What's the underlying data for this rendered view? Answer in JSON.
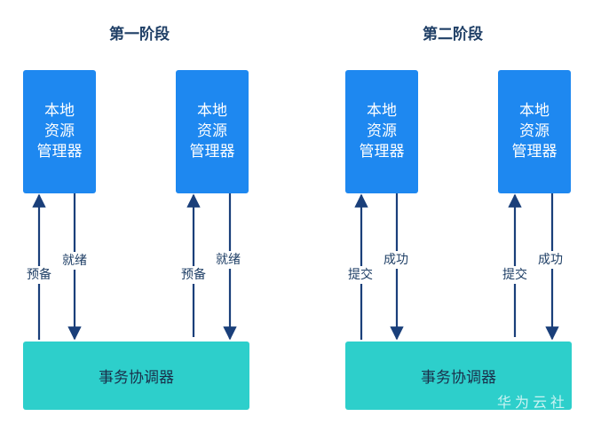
{
  "phases": [
    {
      "title": "第一阶段",
      "resource_managers": [
        {
          "label": [
            "本地",
            "资源",
            "管理器"
          ]
        },
        {
          "label": [
            "本地",
            "资源",
            "管理器"
          ]
        }
      ],
      "up_label": "预备",
      "down_label": "就绪",
      "coordinator": "事务协调器"
    },
    {
      "title": "第二阶段",
      "resource_managers": [
        {
          "label": [
            "本地",
            "资源",
            "管理器"
          ]
        },
        {
          "label": [
            "本地",
            "资源",
            "管理器"
          ]
        }
      ],
      "up_label": "提交",
      "down_label": "成功",
      "coordinator": "事务协调器"
    }
  ],
  "watermark": "华为云社",
  "colors": {
    "resource_manager": "#1e88f0",
    "coordinator": "#2dcfcb",
    "arrow": "#1a3f7a"
  }
}
